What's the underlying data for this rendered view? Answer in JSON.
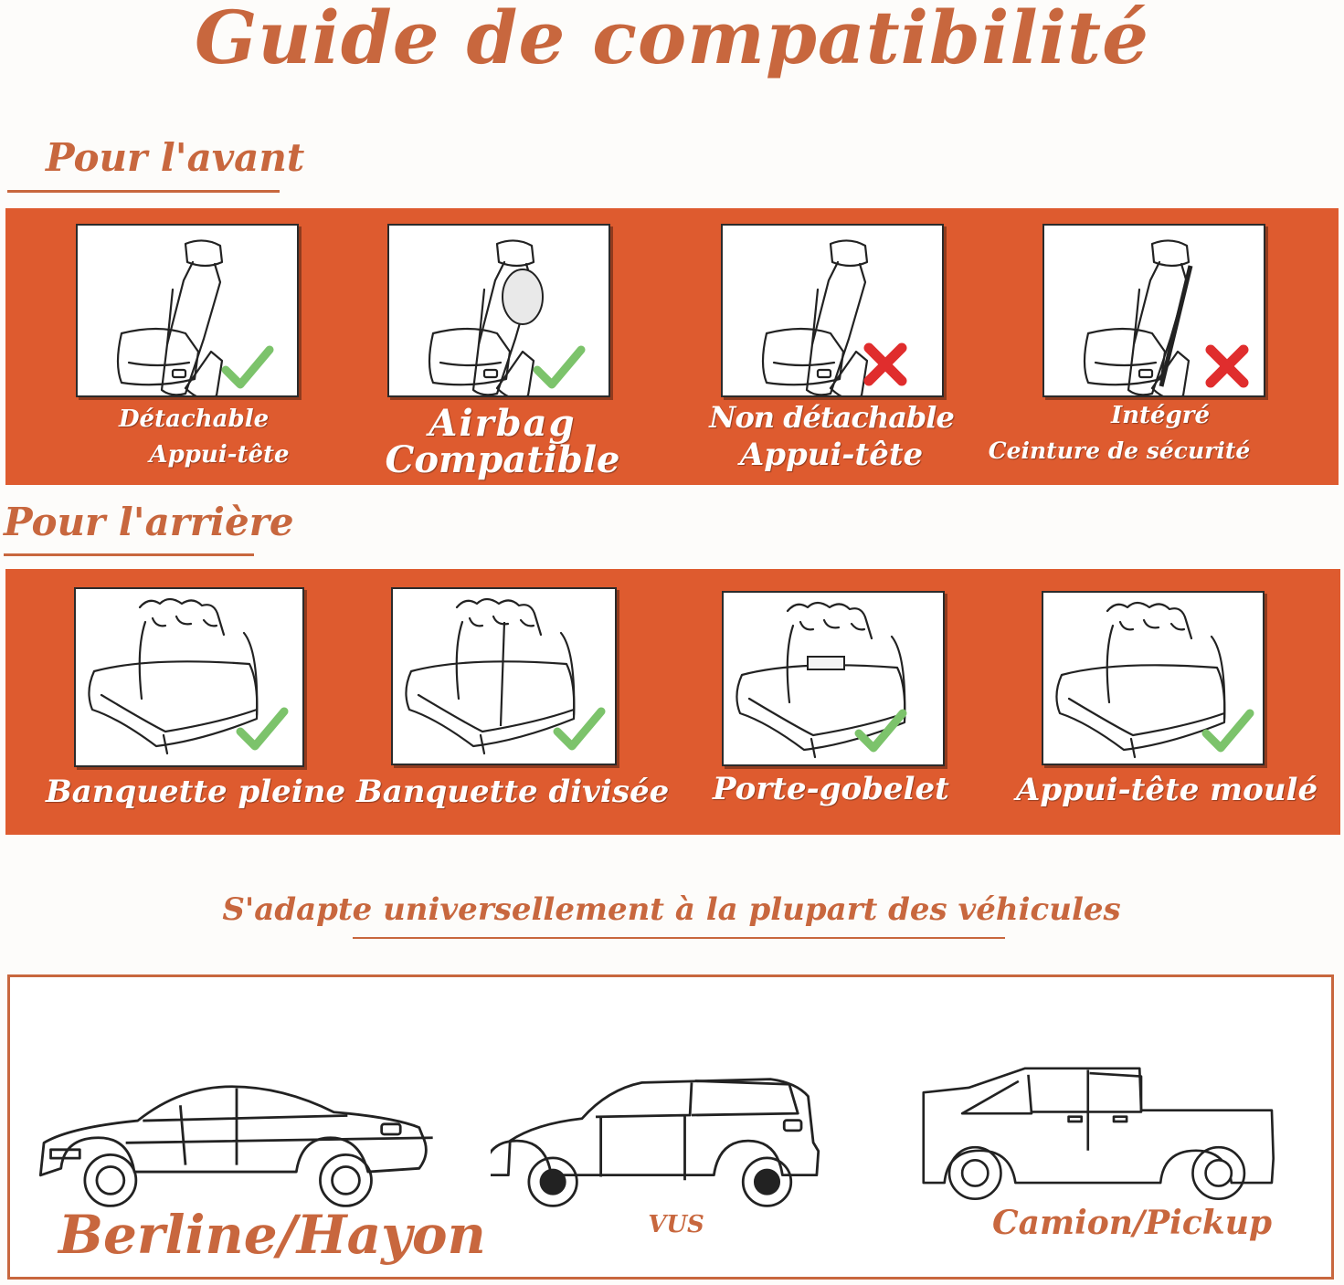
{
  "title": "Guide de compatibilité",
  "front": {
    "heading": "Pour l'avant",
    "items": [
      {
        "line1": "Détachable",
        "line2": "Appui-tête",
        "status": "check",
        "icon": "seat-detachable-headrest-icon"
      },
      {
        "line1": "Airbag",
        "line2": "Compatible",
        "status": "check",
        "icon": "seat-airbag-icon"
      },
      {
        "line1": "Non détachable",
        "line2": "Appui-tête",
        "status": "cross",
        "icon": "seat-fixed-headrest-icon"
      },
      {
        "line1": "Intégré",
        "line2": "Ceinture de sécurité",
        "status": "cross",
        "icon": "seat-integrated-belt-icon"
      }
    ]
  },
  "rear": {
    "heading": "Pour l'arrière",
    "items": [
      {
        "label": "Banquette pleine",
        "status": "check",
        "icon": "bench-full-icon"
      },
      {
        "label": "Banquette divisée",
        "status": "check",
        "icon": "bench-split-icon"
      },
      {
        "label": "Porte-gobelet",
        "status": "check",
        "icon": "bench-cupholder-icon"
      },
      {
        "label": "Appui-tête moulé",
        "status": "check",
        "icon": "bench-molded-headrest-icon"
      }
    ]
  },
  "vehicles": {
    "heading": "S'adapte universellement à la plupart des véhicules",
    "items": [
      {
        "label": "Berline/Hayon",
        "icon": "sedan-icon"
      },
      {
        "label": "VUS",
        "icon": "suv-icon"
      },
      {
        "label": "Camion/Pickup",
        "icon": "pickup-truck-icon"
      }
    ]
  },
  "colors": {
    "accent": "#c8673e",
    "band": "#de5b2f",
    "check": "#7cc36b",
    "cross": "#e02d2d"
  }
}
